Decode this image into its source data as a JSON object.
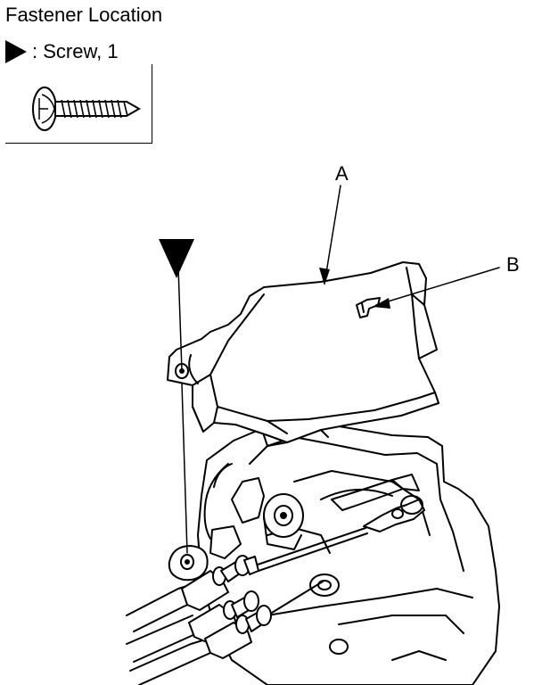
{
  "header": {
    "title": "Fastener Location"
  },
  "legend": {
    "symbol_icon": "filled-triangle-marker",
    "text": ": Screw, 1"
  },
  "callouts": {
    "a": "A",
    "b": "B"
  }
}
